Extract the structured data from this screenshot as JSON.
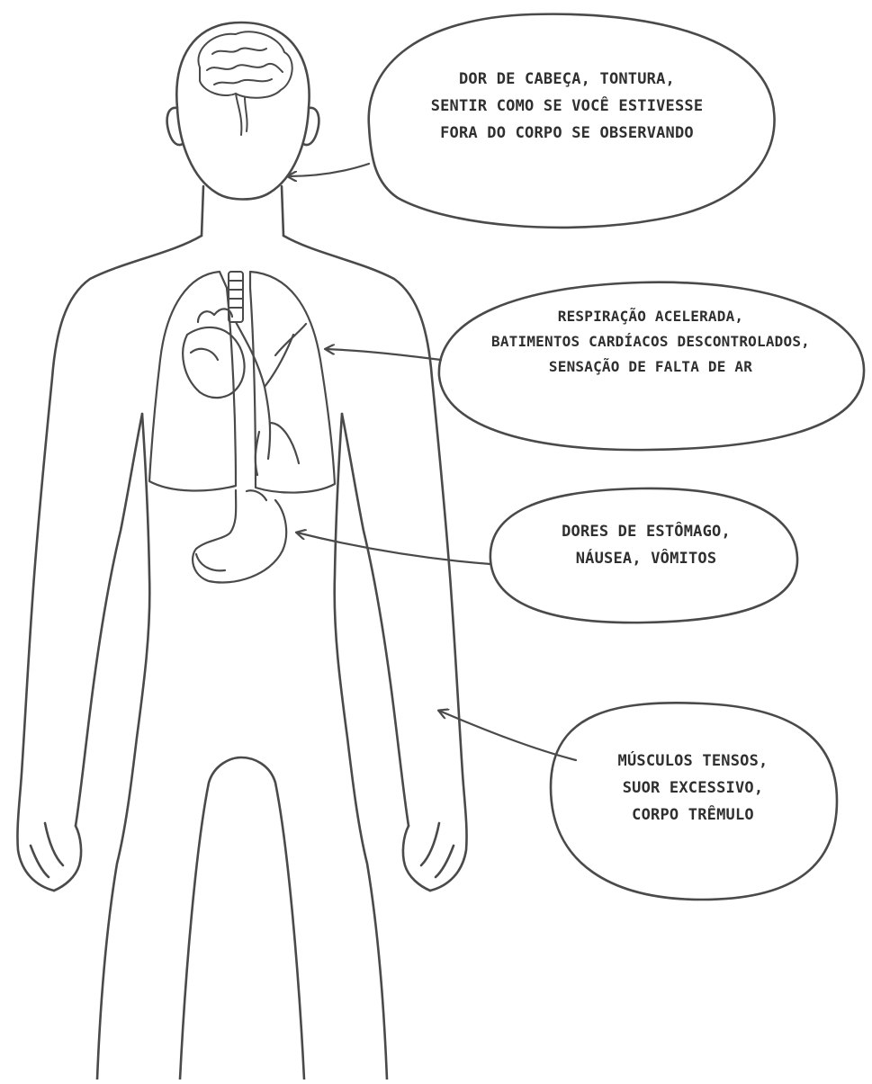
{
  "colors": {
    "line": "#4a4a4a",
    "text": "#2f2f2f",
    "background": "#ffffff"
  },
  "icons": [
    "brain-icon",
    "heart-icon",
    "lungs-icon",
    "trachea-icon",
    "stomach-icon"
  ],
  "callouts": [
    {
      "id": "head",
      "lines": [
        "DOR DE CABEÇA, TONTURA,",
        "SENTIR COMO SE VOCÊ ESTIVESSE",
        "FORA DO CORPO SE OBSERVANDO"
      ]
    },
    {
      "id": "chest",
      "lines": [
        "RESPIRAÇÃO ACELERADA,",
        "BATIMENTOS CARDÍACOS DESCONTROLADOS,",
        "SENSAÇÃO DE FALTA DE AR"
      ]
    },
    {
      "id": "stomach",
      "lines": [
        "DORES DE ESTÔMAGO,",
        "NÁUSEA, VÔMITOS"
      ]
    },
    {
      "id": "body",
      "lines": [
        "MÚSCULOS TENSOS,",
        "SUOR EXCESSIVO,",
        "CORPO TRÊMULO"
      ]
    }
  ]
}
